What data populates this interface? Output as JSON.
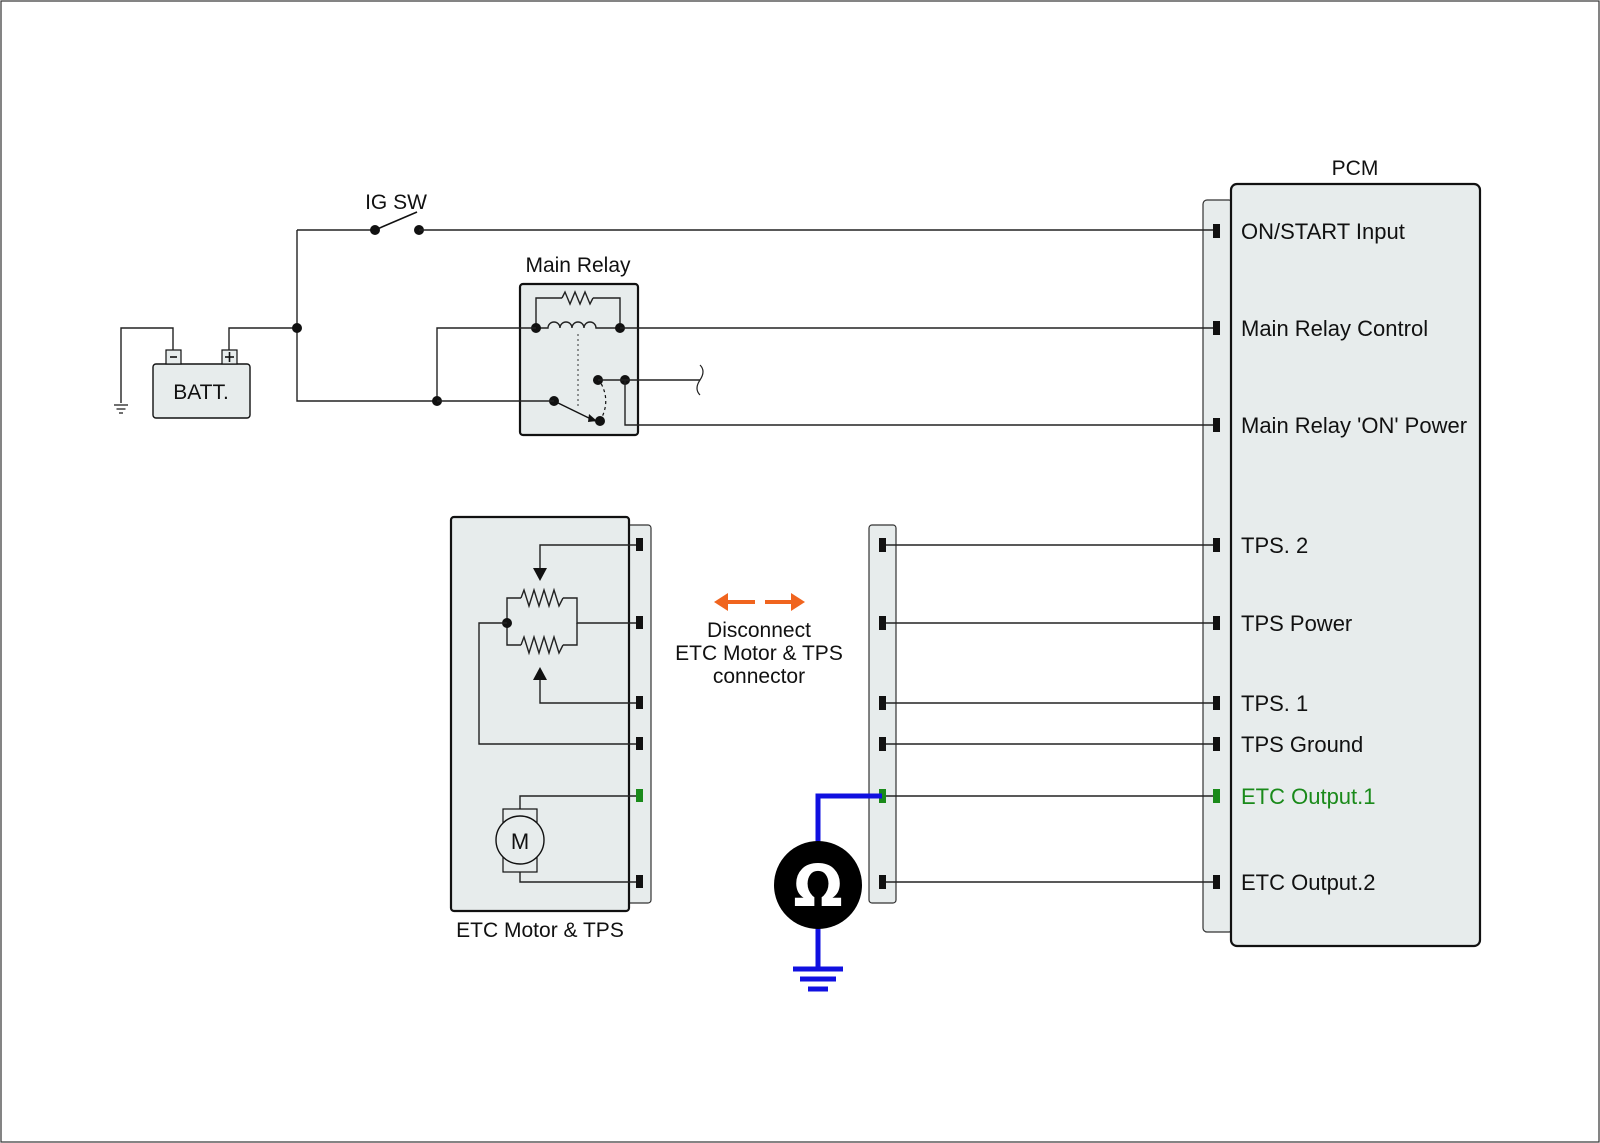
{
  "pcm": {
    "title": "PCM",
    "pins": [
      {
        "label": "ON/START Input",
        "highlight": false
      },
      {
        "label": "Main Relay Control",
        "highlight": false
      },
      {
        "label": "Main Relay 'ON' Power",
        "highlight": false
      },
      {
        "label": "TPS. 2",
        "highlight": false
      },
      {
        "label": "TPS Power",
        "highlight": false
      },
      {
        "label": "TPS. 1",
        "highlight": false
      },
      {
        "label": "TPS Ground",
        "highlight": false
      },
      {
        "label": "ETC Output.1",
        "highlight": true
      },
      {
        "label": "ETC Output.2",
        "highlight": false
      }
    ]
  },
  "battery": {
    "label": "BATT.",
    "neg_symbol": "-",
    "pos_symbol": "+"
  },
  "ignition_switch": {
    "label": "IG SW"
  },
  "main_relay": {
    "label": "Main Relay"
  },
  "etc_module": {
    "label": "ETC Motor & TPS",
    "motor_symbol": "M"
  },
  "instruction": {
    "lines": [
      "Disconnect",
      "ETC Motor & TPS",
      "connector"
    ],
    "arrow_icon": "double-arrow-icon"
  },
  "meter": {
    "symbol": "Ω",
    "icon": "ohmmeter-icon"
  },
  "colors": {
    "highlight": "#1a8a1a",
    "probe_wire": "#1010e0",
    "arrow": "#f0641e",
    "box_fill": "#e7ecec"
  }
}
